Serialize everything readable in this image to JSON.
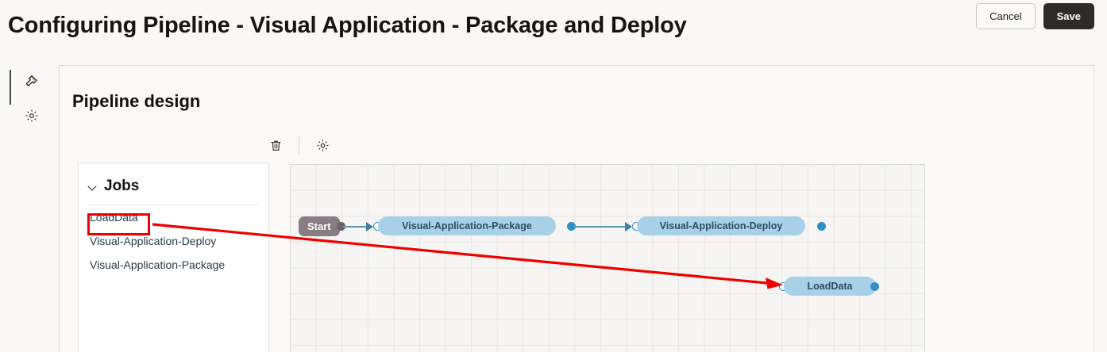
{
  "header": {
    "title": "Configuring Pipeline - Visual Application - Package and Deploy",
    "cancel_label": "Cancel",
    "save_label": "Save"
  },
  "rail": {
    "items": [
      {
        "icon": "tools-icon",
        "name": "pipeline-design"
      },
      {
        "icon": "gear-icon",
        "name": "settings"
      }
    ]
  },
  "panel": {
    "title": "Pipeline design"
  },
  "canvas_toolbar": {
    "items": [
      {
        "icon": "trash-icon",
        "label": "Delete"
      },
      {
        "icon": "gear-icon",
        "label": "Settings"
      }
    ]
  },
  "jobs": {
    "title": "Jobs",
    "expanded": true,
    "items": [
      {
        "label": "LoadData",
        "highlighted": true
      },
      {
        "label": "Visual-Application-Deploy",
        "highlighted": false
      },
      {
        "label": "Visual-Application-Package",
        "highlighted": false
      }
    ]
  },
  "flow": {
    "nodes": [
      {
        "id": "start",
        "label": "Start",
        "type": "start"
      },
      {
        "id": "pkg",
        "label": "Visual-Application-Package",
        "type": "job"
      },
      {
        "id": "dep",
        "label": "Visual-Application-Deploy",
        "type": "job"
      },
      {
        "id": "load",
        "label": "LoadData",
        "type": "job"
      }
    ],
    "edges": [
      {
        "from": "start",
        "to": "pkg"
      },
      {
        "from": "pkg",
        "to": "dep"
      }
    ]
  },
  "colors": {
    "page_background": "#f9f8f6",
    "panel_background": "#faf9f7",
    "node_fill": "#a8d1e7",
    "node_text": "#2c4a63",
    "start_node_fill": "#897d84",
    "port_fill": "#2e8fc4",
    "connector": "#5d93b3",
    "annotation": "#ee0000",
    "save_button": "#2e2a27"
  }
}
